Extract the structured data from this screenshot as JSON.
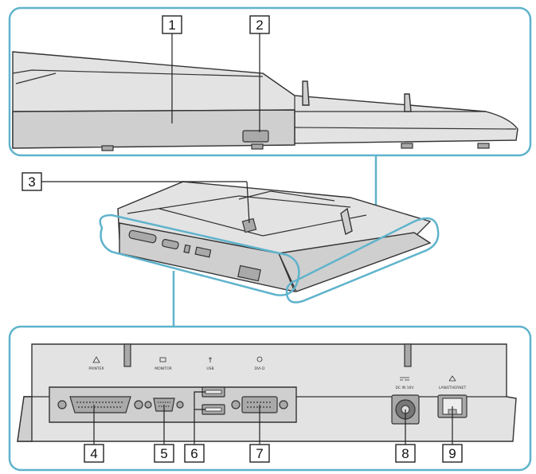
{
  "callouts": [
    {
      "id": "1",
      "label": "1"
    },
    {
      "id": "2",
      "label": "2"
    },
    {
      "id": "3",
      "label": "3"
    },
    {
      "id": "4",
      "label": "4"
    },
    {
      "id": "5",
      "label": "5"
    },
    {
      "id": "6",
      "label": "6"
    },
    {
      "id": "7",
      "label": "7"
    },
    {
      "id": "8",
      "label": "8"
    },
    {
      "id": "9",
      "label": "9"
    }
  ],
  "port_captions": {
    "printer": "PRINTER",
    "monitor": "MONITOR",
    "usb": "USB",
    "dvi": "DVI-D",
    "dc_in": "DC IN 16V",
    "lan": "LAN/ETHERNET"
  },
  "colors": {
    "panel_border": "#5fb3cc",
    "body_light": "#e3e3e3",
    "body_mid": "#cfcfcf",
    "body_dark": "#a9a9a9",
    "outline": "#333333"
  },
  "icons": {
    "printer": "printer-icon",
    "monitor": "monitor-icon",
    "usb": "usb-icon",
    "dvi": "dvi-icon",
    "dc_in": "dc-in-icon",
    "lan": "lan-icon"
  }
}
